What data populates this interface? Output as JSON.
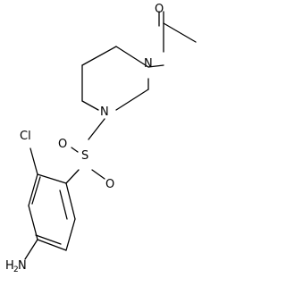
{
  "molecule": {
    "atoms": {
      "O_carbonyl": "O",
      "N_acetyl": "N",
      "N_sulfonyl": "N",
      "S": "S",
      "O_sulfonyl_left": "O",
      "O_sulfonyl_right": "O",
      "Cl": "Cl",
      "NH2_main": "H",
      "NH2_sub": "2",
      "NH2_tail": "N"
    }
  }
}
